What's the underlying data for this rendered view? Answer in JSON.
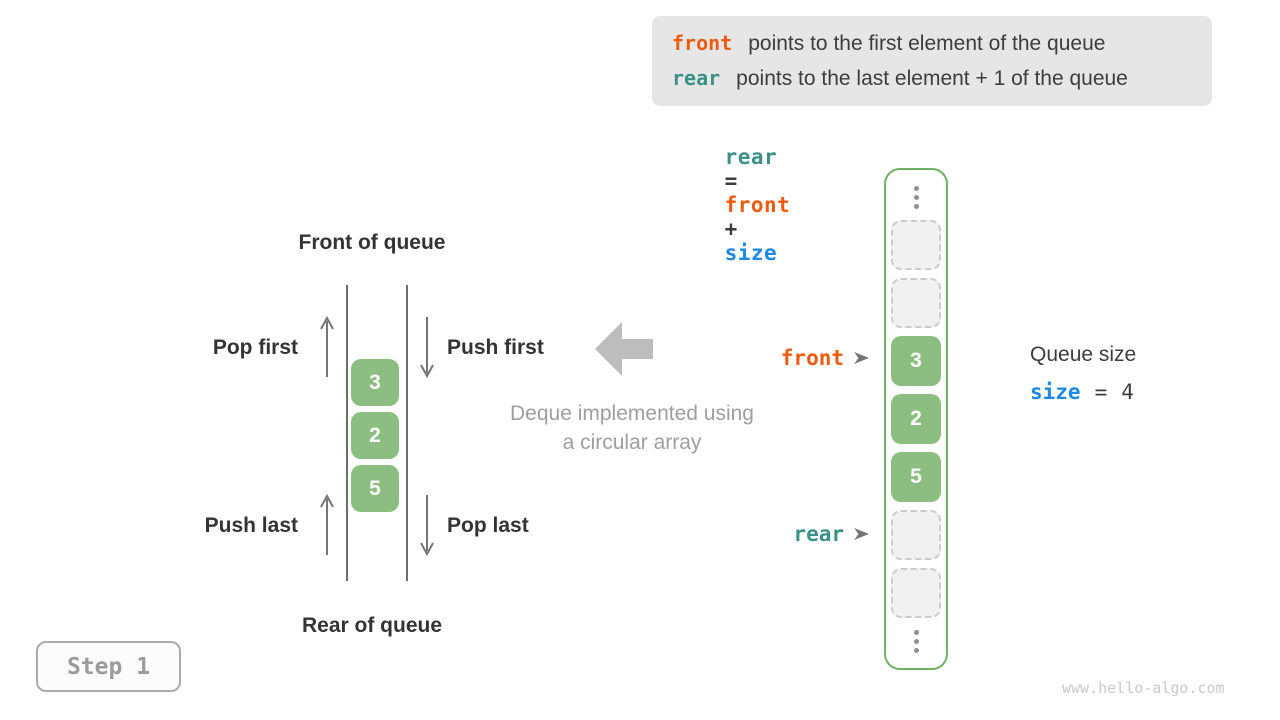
{
  "info_box": {
    "lines": [
      {
        "keyword": "front",
        "text": "points to the first element of the queue"
      },
      {
        "keyword": "rear",
        "text": "points to the last element + 1 of the queue"
      }
    ]
  },
  "formula": {
    "rear": "rear",
    "eq": "=",
    "front": "front",
    "plus": "+",
    "size": "size"
  },
  "left_diagram": {
    "front_label": "Front of queue",
    "rear_label": "Rear of queue",
    "pop_first": "Pop first",
    "push_first": "Push first",
    "push_last": "Push last",
    "pop_last": "Pop last",
    "values": [
      "3",
      "2",
      "5"
    ]
  },
  "center": {
    "caption_line1": "Deque implemented using",
    "caption_line2": "a circular array"
  },
  "array": {
    "cells": [
      {
        "type": "empty",
        "value": ""
      },
      {
        "type": "empty",
        "value": ""
      },
      {
        "type": "value",
        "value": "3"
      },
      {
        "type": "value",
        "value": "2"
      },
      {
        "type": "value",
        "value": "5"
      },
      {
        "type": "empty",
        "value": ""
      },
      {
        "type": "empty",
        "value": ""
      }
    ],
    "front_pointer": "front",
    "rear_pointer": "rear"
  },
  "queue_size": {
    "title": "Queue size",
    "var": "size",
    "eq": "=",
    "value": "4"
  },
  "step_badge": {
    "label": "Step 1"
  },
  "watermark": "www.hello-algo.com",
  "colors": {
    "orange": "#ee5a0f",
    "teal": "#3a9187",
    "blue": "#1e88e5",
    "green_cell": "#8cbe82",
    "green_border": "#70b264",
    "info_box_bg": "#e6e6e6",
    "dark_text": "#3d3d3d",
    "gray_text": "#9e9e9e",
    "big_arrow_gray": "#bdbdbd"
  }
}
